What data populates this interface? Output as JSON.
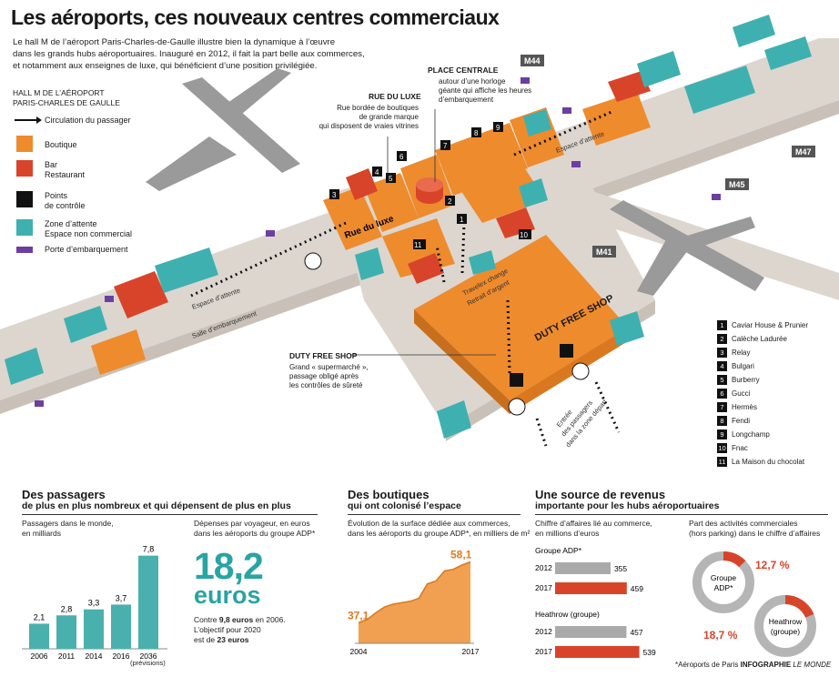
{
  "title": "Les aéroports, ces nouveaux centres commerciaux",
  "intro": [
    "Le hall M de l’aéroport Paris-Charles-de-Gaulle illustre bien la dynamique à l’œuvre",
    "dans les grands hubs aéroportuaires. Inauguré en 2012, il fait la part belle aux commerces,",
    "et notamment aux enseignes de luxe, qui bénéficient d’une position privilégiée."
  ],
  "legend": {
    "title_line1": "HALL M DE L’AÉROPORT",
    "title_line2": "PARIS-CHARLES DE GAULLE",
    "circulation": "Circulation du passager",
    "boutique": "Boutique",
    "bar_line1": "Bar",
    "bar_line2": "Restaurant",
    "control_line1": "Points",
    "control_line2": "de contrôle",
    "waiting_line1": "Zone d’attente",
    "waiting_line2": "Espace non commercial",
    "gate": "Porte d’embarquement"
  },
  "colors": {
    "boutique": "#ee8b2d",
    "bar": "#d8442a",
    "waiting": "#3fb0b0",
    "gate": "#6b3fa0",
    "floor": "#dcd6cf",
    "chart_teal": "#4ab0ad",
    "chart_orange": "#f0a050",
    "chart_red": "#d8442a",
    "chart_grey": "#aaaaaa"
  },
  "map": {
    "gates": [
      "M44",
      "M47",
      "M45",
      "M41"
    ],
    "street_label": "Rue du luxe",
    "duty_free_label": "DUTY FREE SHOP",
    "travelex_line1": "Travelex change",
    "travelex_line2": "Retrait d’argent",
    "waiting_area_left": "Espace d’attente",
    "waiting_area_right": "Espace d’attente",
    "boarding_room": "Salle d’embarquement",
    "entry_line1": "Entrée",
    "entry_line2": "des passagers",
    "entry_line3": "dans la zone départ",
    "shop_numbers": [
      "1",
      "2",
      "3",
      "4",
      "5",
      "6",
      "7",
      "8",
      "9",
      "10",
      "11"
    ]
  },
  "callouts": {
    "luxe_title": "RUE DU LUXE",
    "luxe_text": [
      "Rue bordée de boutiques",
      "de grande marque",
      "qui disposent de vraies vitrines"
    ],
    "place_title": "PLACE CENTRALE",
    "place_text": [
      "autour d’une horloge",
      "géante qui affiche les heures",
      "d’embarquement"
    ],
    "duty_title": "DUTY FREE SHOP",
    "duty_text": [
      "Grand « supermarché »,",
      "passage obligé après",
      "les contrôles de sûreté"
    ]
  },
  "brands": [
    {
      "num": "1",
      "name": "Caviar House & Prunier"
    },
    {
      "num": "2",
      "name": "Calèche Ladurée"
    },
    {
      "num": "3",
      "name": "Relay"
    },
    {
      "num": "4",
      "name": "Bulgari"
    },
    {
      "num": "5",
      "name": "Burberry"
    },
    {
      "num": "6",
      "name": "Gucci"
    },
    {
      "num": "7",
      "name": "Hermès"
    },
    {
      "num": "8",
      "name": "Fendi"
    },
    {
      "num": "9",
      "name": "Longchamp"
    },
    {
      "num": "10",
      "name": "Fnac"
    },
    {
      "num": "11",
      "name": "La Maison du chocolat"
    }
  ],
  "section1": {
    "title": "Des passagers",
    "subtitle": "de plus en plus nombreux et qui dépensent de plus en plus",
    "chart_label_line1": "Passagers dans le monde,",
    "chart_label_line2": "en milliards",
    "spend_label_line1": "Dépenses par voyageur, en euros",
    "spend_label_line2": "dans les aéroports du groupe ADP*",
    "big_number": "18,2",
    "big_unit": "euros",
    "note_line1_pre": "Contre ",
    "note_line1_bold": "9,8 euros",
    "note_line1_post": " en 2006.",
    "note_line2": "L’objectif pour 2020",
    "note_line3_pre": "est de ",
    "note_line3_bold": "23 euros",
    "previsions": "(prévisions)"
  },
  "section2": {
    "title": "Des boutiques",
    "subtitle": "qui ont colonisé l’espace",
    "label_line1": "Évolution de la surface dédiée aux commerces,",
    "label_line2": "dans les aéroports du groupe ADP*, en milliers de m²"
  },
  "section3": {
    "title": "Une source de revenus",
    "subtitle": "importante pour les hubs aéroportuaires",
    "label_left_line1": "Chiffre d’affaires lié au commerce,",
    "label_left_line2": "en millions d’euros",
    "label_right_line1": "Part des activités commerciales",
    "label_right_line2": "(hors parking) dans le chiffre d’affaires",
    "group_adp": "Groupe ADP*",
    "heathrow": "Heathrow (groupe)",
    "donut1_line1": "Groupe",
    "donut1_line2": "ADP*",
    "donut1_value": "12,7 %",
    "donut2_line1": "Heathrow",
    "donut2_line2": "(groupe)",
    "donut2_value": "18,7 %"
  },
  "footer": {
    "note": "*Aéroports de Paris",
    "credit": "INFOGRAPHIE",
    "paper": "LE MONDE"
  },
  "chart_data": [
    {
      "type": "bar",
      "categories": [
        "2006",
        "2011",
        "2014",
        "2016",
        "2036"
      ],
      "values": [
        2.1,
        2.8,
        3.3,
        3.7,
        7.8
      ],
      "value_labels": [
        "2,1",
        "2,8",
        "3,3",
        "3,7",
        "7,8"
      ],
      "ylim": [
        0,
        8
      ]
    },
    {
      "type": "area",
      "x": [
        2004,
        2005,
        2006,
        2007,
        2008,
        2009,
        2010,
        2011,
        2012,
        2013,
        2014,
        2015,
        2016,
        2017
      ],
      "y": [
        37.1,
        38.2,
        40.5,
        42.5,
        43.5,
        44.0,
        44.5,
        45.5,
        50.5,
        51.5,
        55.0,
        55.5,
        57.0,
        58.1
      ],
      "x_labels": [
        "2004",
        "2017"
      ],
      "value_labels": [
        "37,1",
        "58,1"
      ],
      "ylim": [
        30,
        62
      ]
    },
    {
      "type": "bar",
      "orientation": "horizontal",
      "groups": [
        {
          "name": "Groupe ADP*",
          "categories": [
            "2012",
            "2017"
          ],
          "values": [
            355,
            459
          ]
        },
        {
          "name": "Heathrow (groupe)",
          "categories": [
            "2012",
            "2017"
          ],
          "values": [
            457,
            539
          ]
        }
      ],
      "xlim": [
        0,
        600
      ]
    },
    {
      "type": "pie",
      "slices": [
        {
          "name": "Groupe ADP*",
          "value": 12.7,
          "label": "12,7 %"
        },
        {
          "name": "Heathrow (groupe)",
          "value": 18.7,
          "label": "18,7 %"
        }
      ]
    }
  ]
}
